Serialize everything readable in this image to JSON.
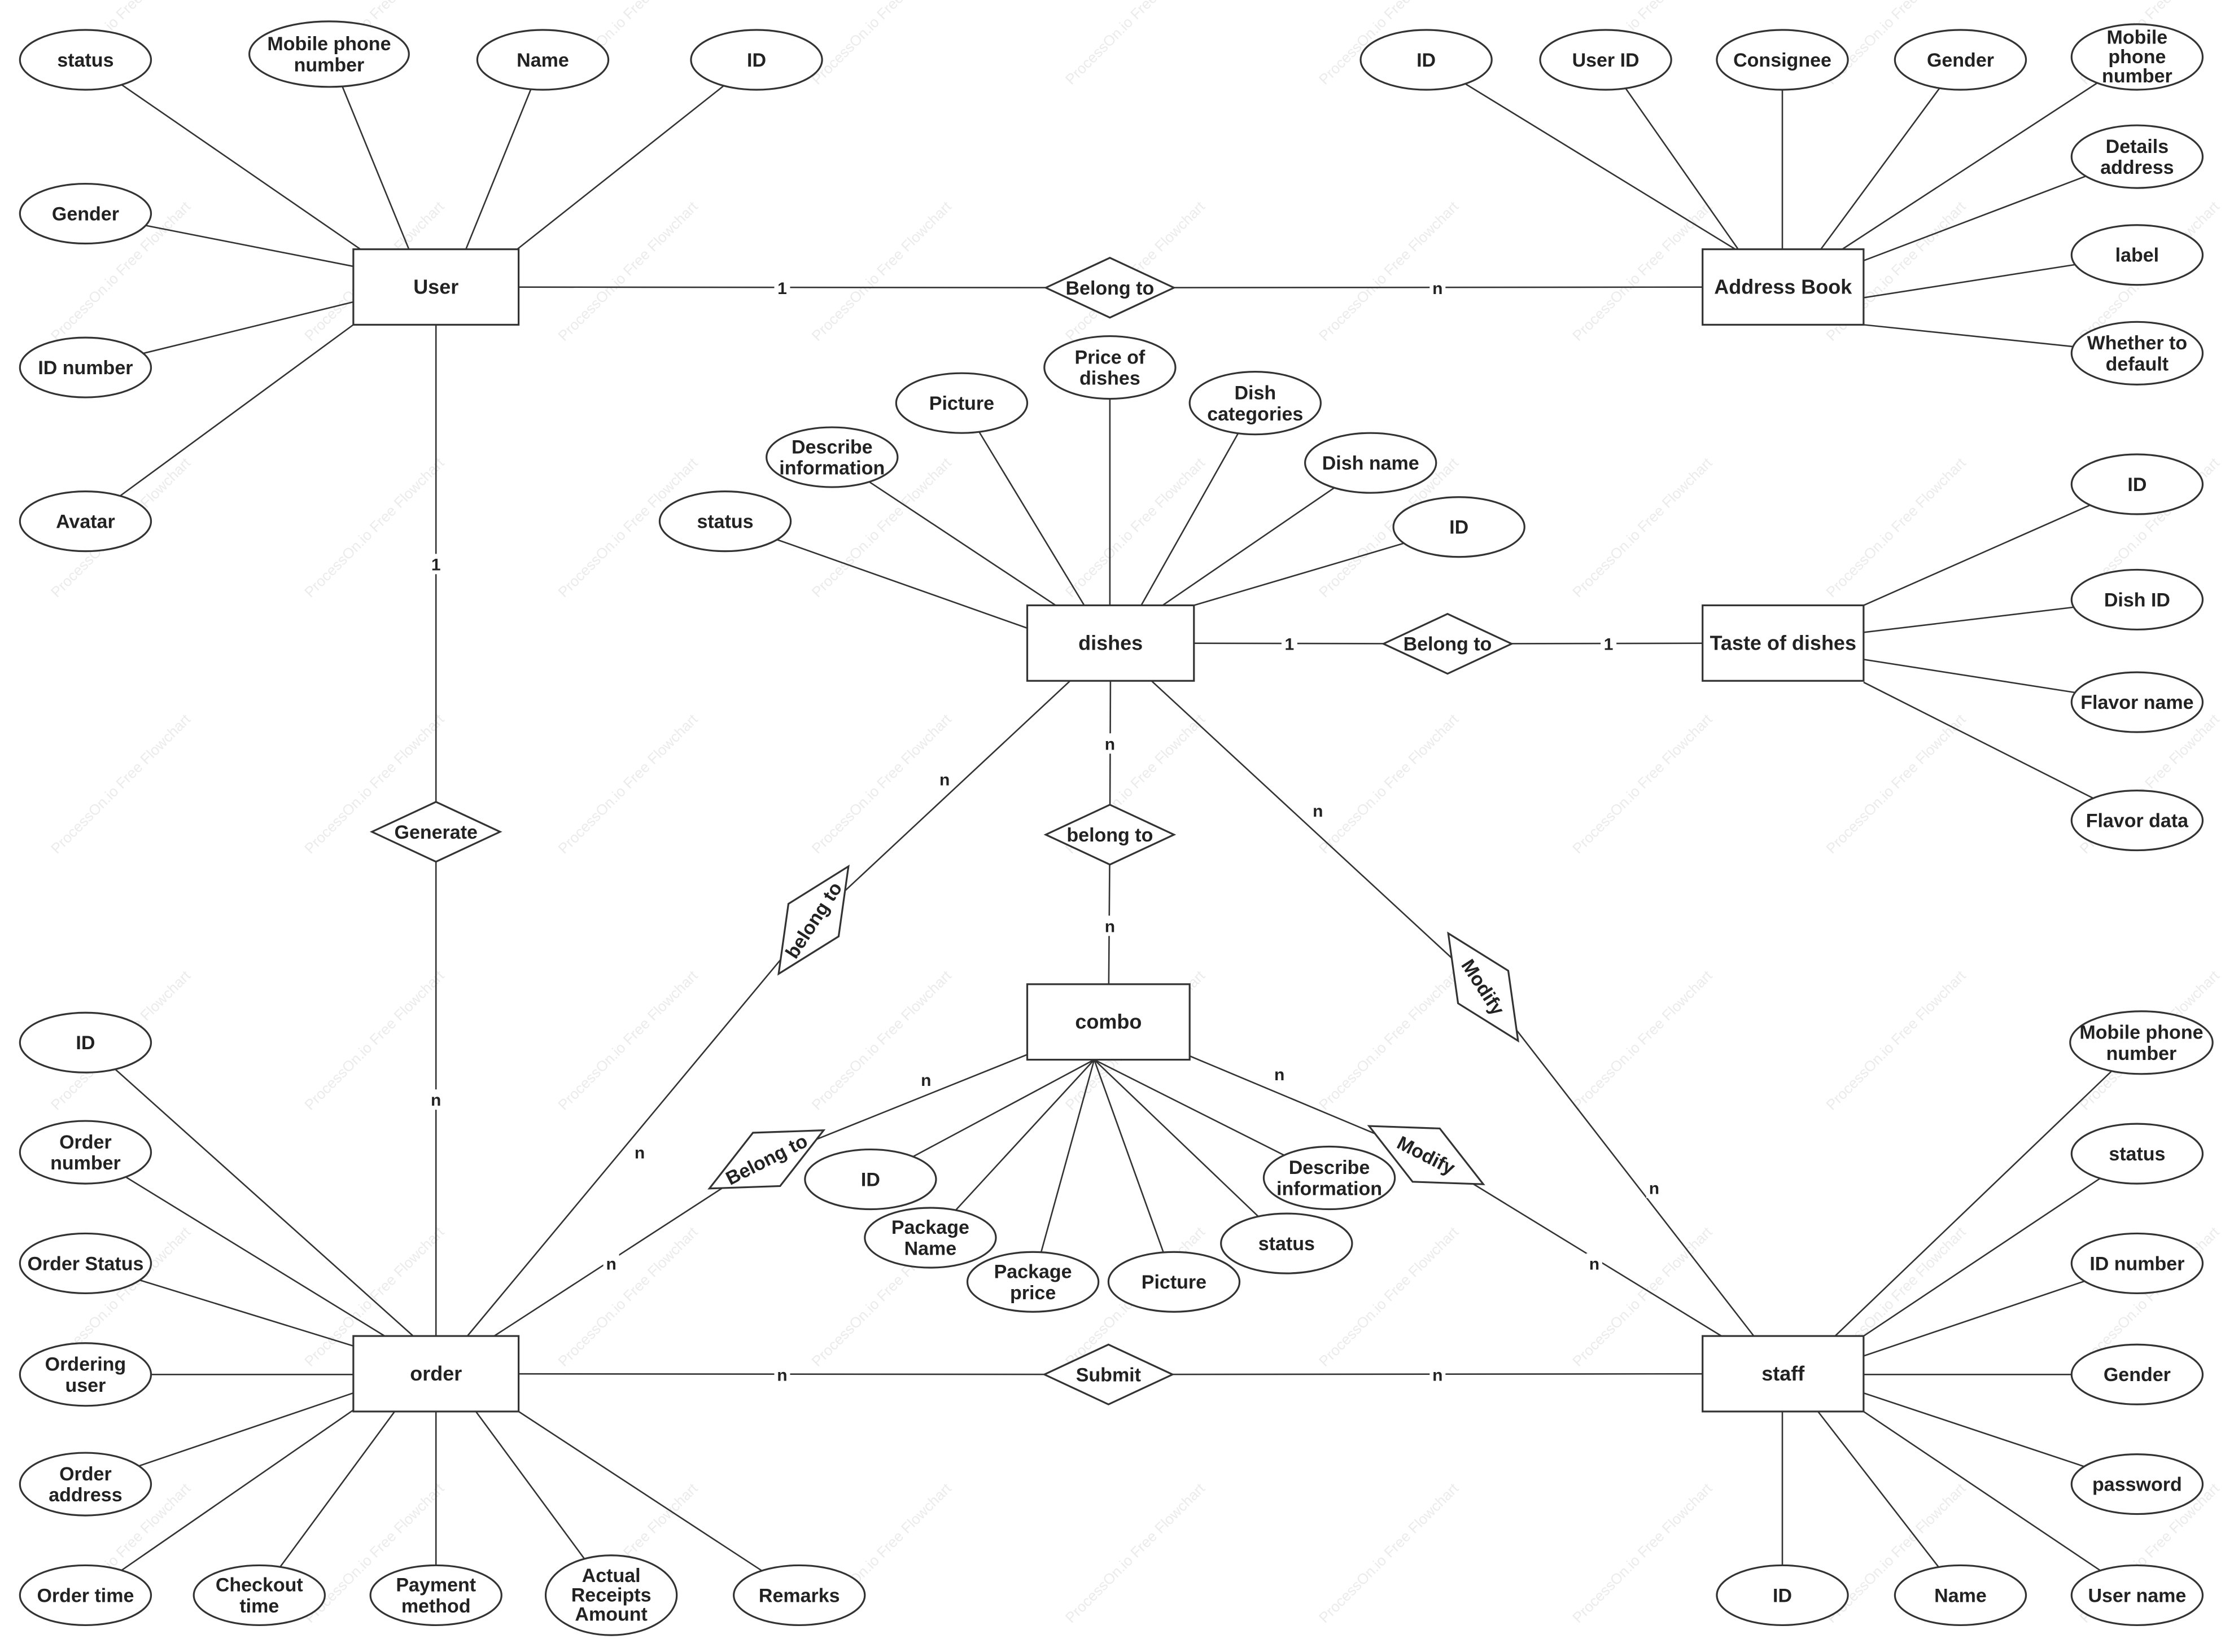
{
  "watermark": "ProcessOn.io Free Flowchart",
  "entities": {
    "user": "User",
    "address_book": "Address Book",
    "dishes": "dishes",
    "taste": "Taste of dishes",
    "combo": "combo",
    "order": "order",
    "staff": "staff"
  },
  "relationships": {
    "user_address": "Belong to",
    "dish_taste": "Belong to",
    "user_order": "Generate",
    "dish_combo": "belong to",
    "dish_order": "belong to",
    "dish_staff": "Modify",
    "combo_order": "Belong to",
    "combo_staff": "Modify",
    "order_staff": "Submit"
  },
  "cardinalities": {
    "user_address_a": "1",
    "user_address_b": "n",
    "dish_taste_a": "1",
    "dish_taste_b": "1",
    "user_order_a": "1",
    "user_order_b": "n",
    "dish_combo_a": "n",
    "dish_combo_b": "n",
    "dish_order_a": "n",
    "dish_order_b": "n",
    "dish_staff_a": "n",
    "dish_staff_b": "n",
    "combo_order_a": "n",
    "combo_order_b": "n",
    "combo_staff_a": "n",
    "combo_staff_b": "n",
    "order_staff_a": "n",
    "order_staff_b": "n"
  },
  "attributes": {
    "user": [
      [
        "status"
      ],
      [
        "Mobile phone",
        "number"
      ],
      [
        "Name"
      ],
      [
        "ID"
      ],
      [
        "Gender"
      ],
      [
        "ID number"
      ],
      [
        "Avatar"
      ]
    ],
    "address_book": [
      [
        "ID"
      ],
      [
        "User ID"
      ],
      [
        "Consignee"
      ],
      [
        "Gender"
      ],
      [
        "Mobile",
        "phone",
        "number"
      ],
      [
        "Details",
        "address"
      ],
      [
        "label"
      ],
      [
        "Whether to",
        "default"
      ]
    ],
    "dishes": [
      [
        "status"
      ],
      [
        "Describe",
        "information"
      ],
      [
        "Picture"
      ],
      [
        "Price of",
        "dishes"
      ],
      [
        "Dish",
        "categories"
      ],
      [
        "Dish name"
      ],
      [
        "ID"
      ]
    ],
    "taste": [
      [
        "ID"
      ],
      [
        "Dish ID"
      ],
      [
        "Flavor name"
      ],
      [
        "Flavor data"
      ]
    ],
    "combo": [
      [
        "ID"
      ],
      [
        "Package",
        "Name"
      ],
      [
        "Package",
        "price"
      ],
      [
        "Picture"
      ],
      [
        "status"
      ],
      [
        "Describe",
        "information"
      ]
    ],
    "order": [
      [
        "ID"
      ],
      [
        "Order",
        "number"
      ],
      [
        "Order Status"
      ],
      [
        "Ordering",
        "user"
      ],
      [
        "Order",
        "address"
      ],
      [
        "Order time"
      ],
      [
        "Checkout",
        "time"
      ],
      [
        "Payment",
        "method"
      ],
      [
        "Actual",
        "Receipts",
        "Amount"
      ],
      [
        "Remarks"
      ]
    ],
    "staff": [
      [
        "Mobile phone",
        "number"
      ],
      [
        "status"
      ],
      [
        "ID number"
      ],
      [
        "Gender"
      ],
      [
        "password"
      ],
      [
        "User name"
      ],
      [
        "Name"
      ],
      [
        "ID"
      ]
    ]
  }
}
